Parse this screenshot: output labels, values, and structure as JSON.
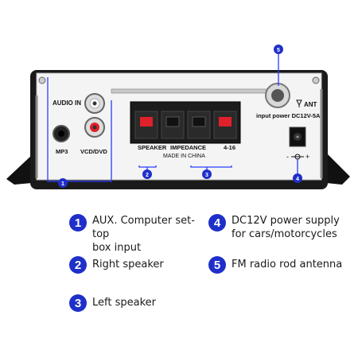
{
  "panel": {
    "audio_in_label": "AUDIO IN",
    "mp3_label": "MP3",
    "vcd_label": "VCD/DVD",
    "speaker_label": "SPEAKER",
    "impedance_label": "IMPEDANCE",
    "ohm_label": "4-16",
    "made_in_label": "MADE IN CHINA",
    "ant_label": "ANT",
    "power_label": "input power DC12V-5A",
    "minus_label": "-",
    "plus_label": "+"
  },
  "callouts": [
    "1",
    "2",
    "3",
    "4",
    "5"
  ],
  "legend": [
    {
      "num": "1",
      "lines": [
        "AUX. Computer set-top",
        "box input"
      ]
    },
    {
      "num": "4",
      "lines": [
        "DC12V power supply",
        "for cars/motorcycles"
      ]
    },
    {
      "num": "2",
      "lines": [
        "Right speaker"
      ]
    },
    {
      "num": "5",
      "lines": [
        "FM radio rod antenna"
      ]
    },
    {
      "num": "3",
      "lines": [
        "Left speaker"
      ]
    }
  ],
  "colors": {
    "accent": "#1f2fc9",
    "terminal_red": "#e0202a",
    "chassis": "#111111",
    "panel": "#f4f4f4"
  }
}
